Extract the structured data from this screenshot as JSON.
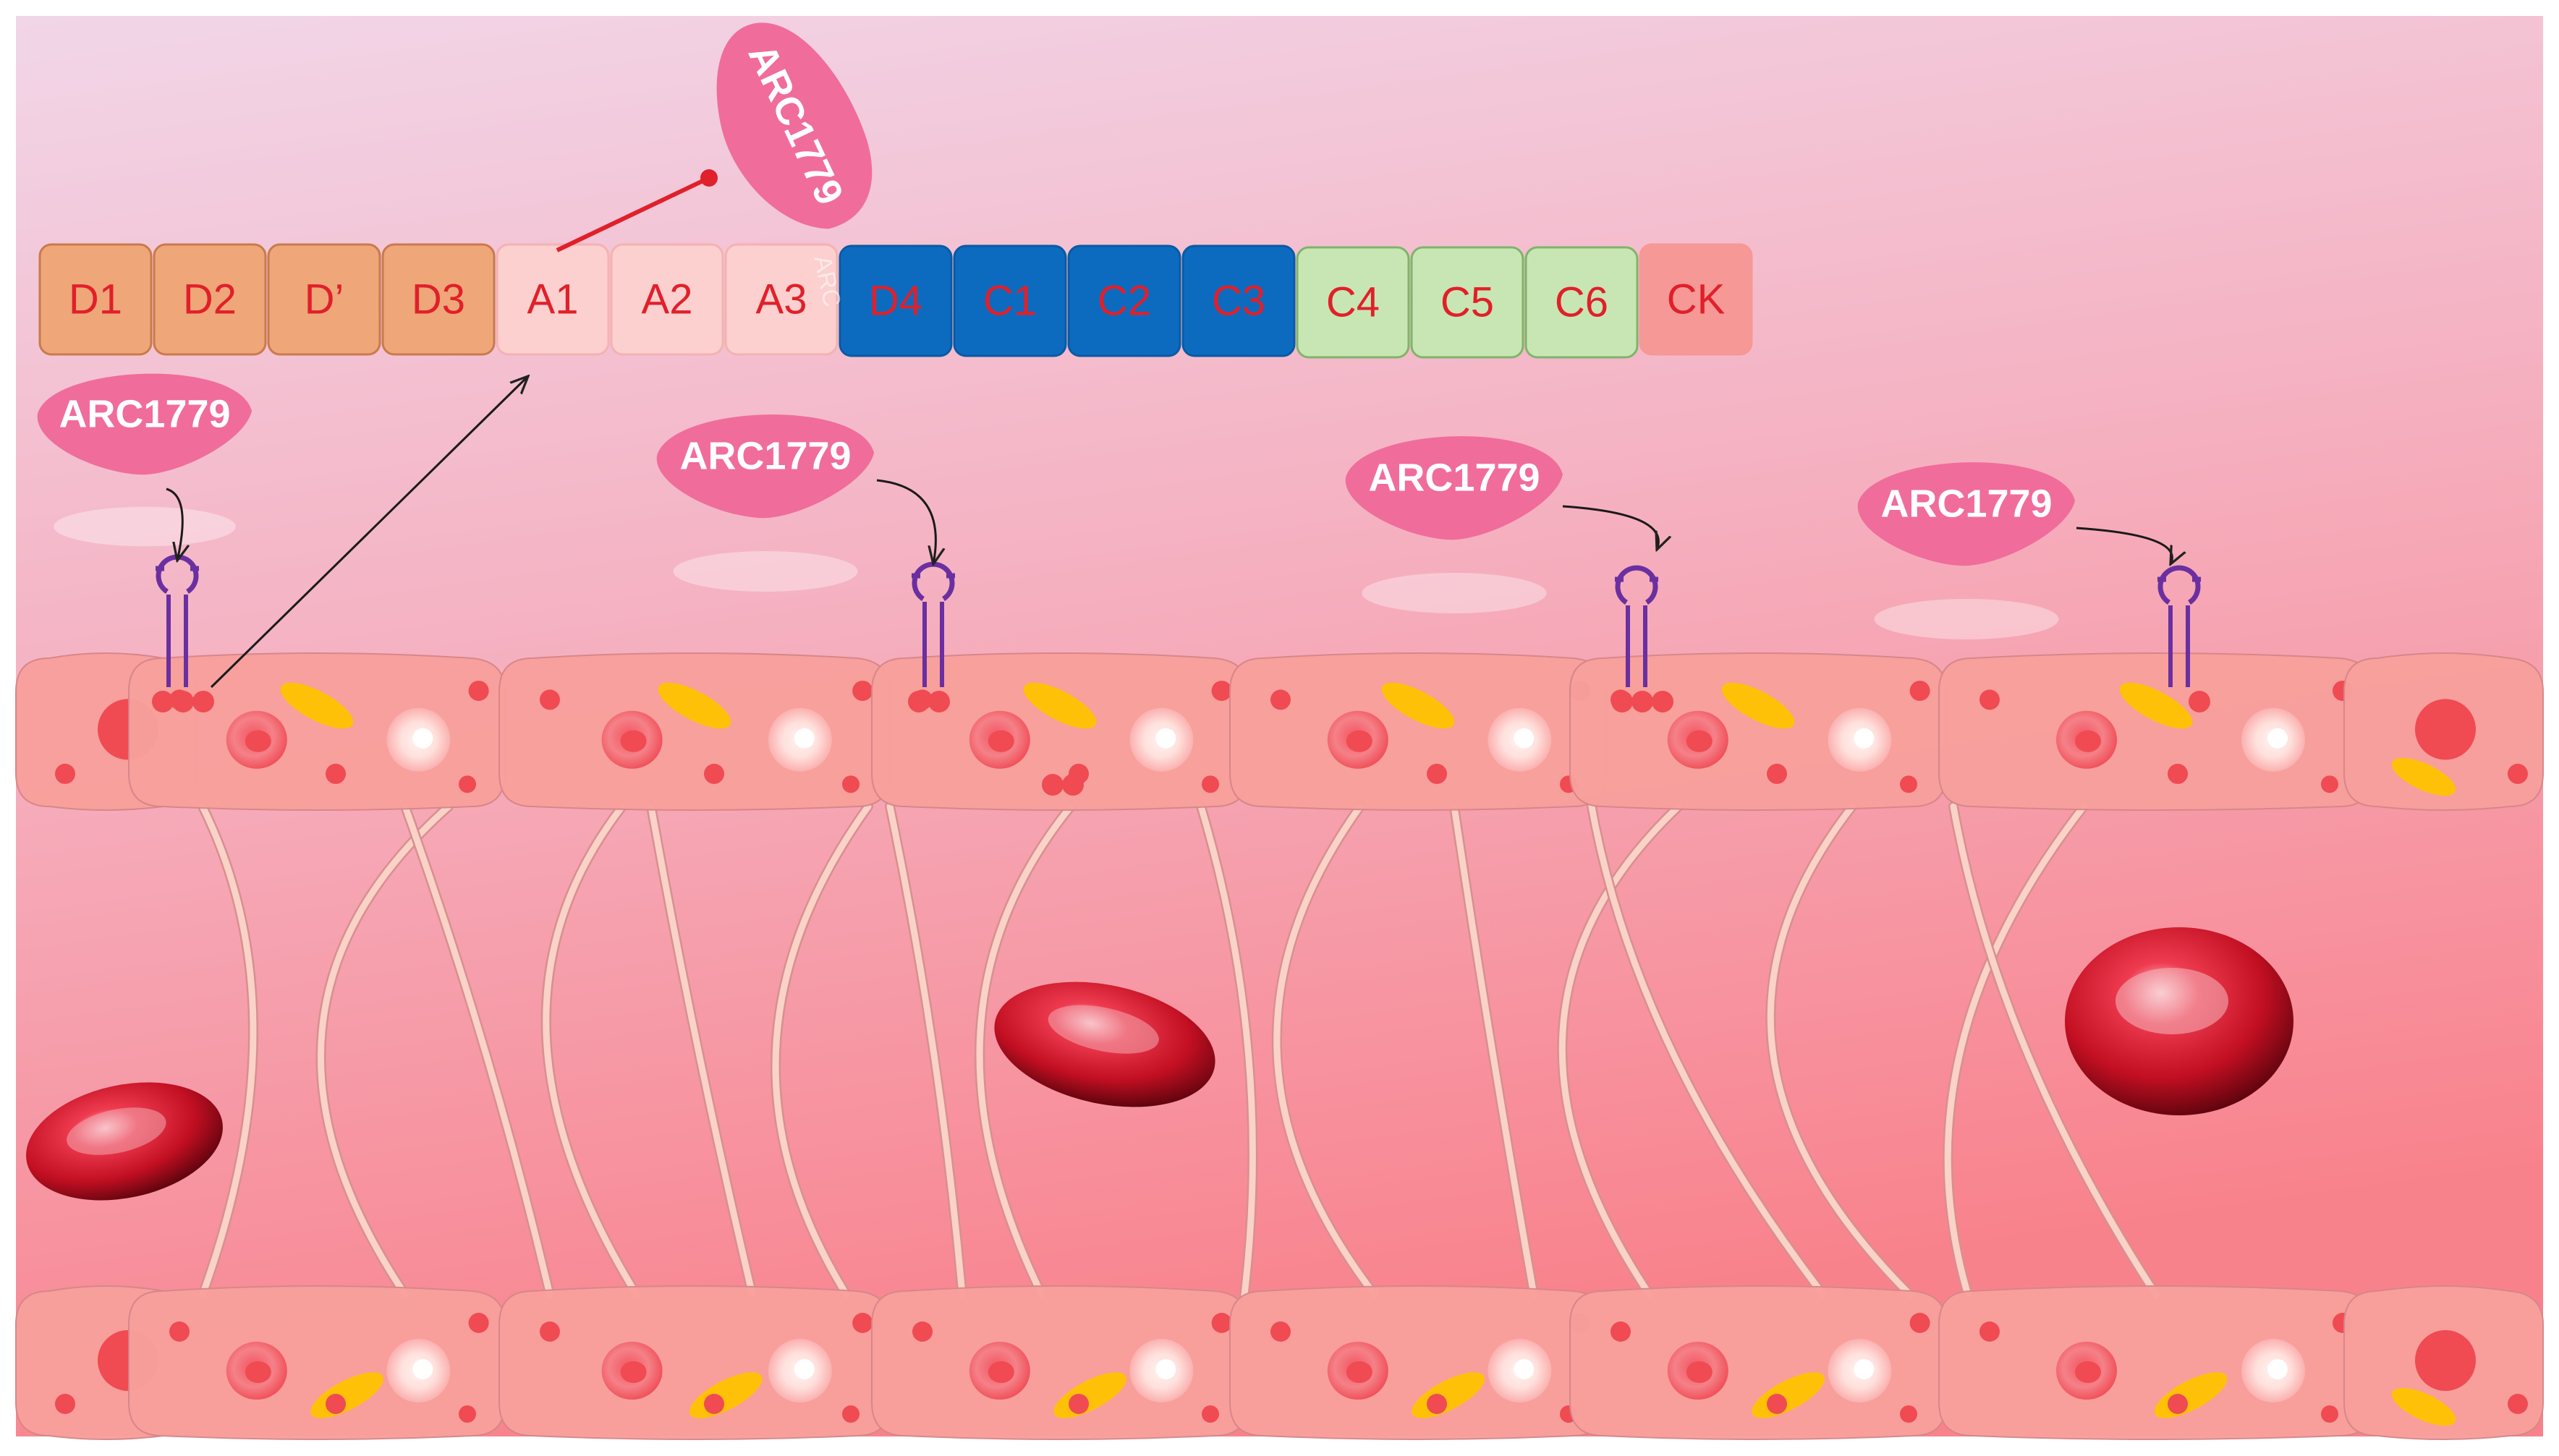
{
  "vwf_domains": [
    {
      "label": "D1",
      "group": "D"
    },
    {
      "label": "D2",
      "group": "D"
    },
    {
      "label": "D’",
      "group": "D"
    },
    {
      "label": "D3",
      "group": "D"
    },
    {
      "label": "A1",
      "group": "A"
    },
    {
      "label": "A2",
      "group": "A"
    },
    {
      "label": "A3",
      "group": "A"
    },
    {
      "label": "D4",
      "group": "D4C"
    },
    {
      "label": "C1",
      "group": "D4C"
    },
    {
      "label": "C2",
      "group": "D4C"
    },
    {
      "label": "C3",
      "group": "D4C"
    },
    {
      "label": "C4",
      "group": "C"
    },
    {
      "label": "C5",
      "group": "C"
    },
    {
      "label": "C6",
      "group": "C"
    },
    {
      "label": "CK",
      "group": "CK"
    }
  ],
  "aptamer": {
    "name": "ARC1779",
    "bound_label": "ARC1779",
    "free_labels": [
      "ARC1779",
      "ARC1779",
      "ARC1779",
      "ARC1779"
    ]
  },
  "colors": {
    "background_top": "#f2d4e6",
    "background_bottom": "#f7838e",
    "domain_D": "#efa678",
    "domain_A": "#fbd0cf",
    "domain_D4C": "#0d6bbf",
    "domain_C": "#c8e6b3",
    "domain_CK": "#f59896",
    "domain_text": "#e0202a",
    "aptamer_fill": "#f06c9b",
    "inhibition_line": "#e0202a",
    "receptor": "#6a2fa0",
    "endothelial_cell": "#f8a09c",
    "nucleus": "#f04a52",
    "granule": "#ffc107",
    "red_blood_cell": "#c8102e",
    "fiber": "#f9d2c8"
  }
}
